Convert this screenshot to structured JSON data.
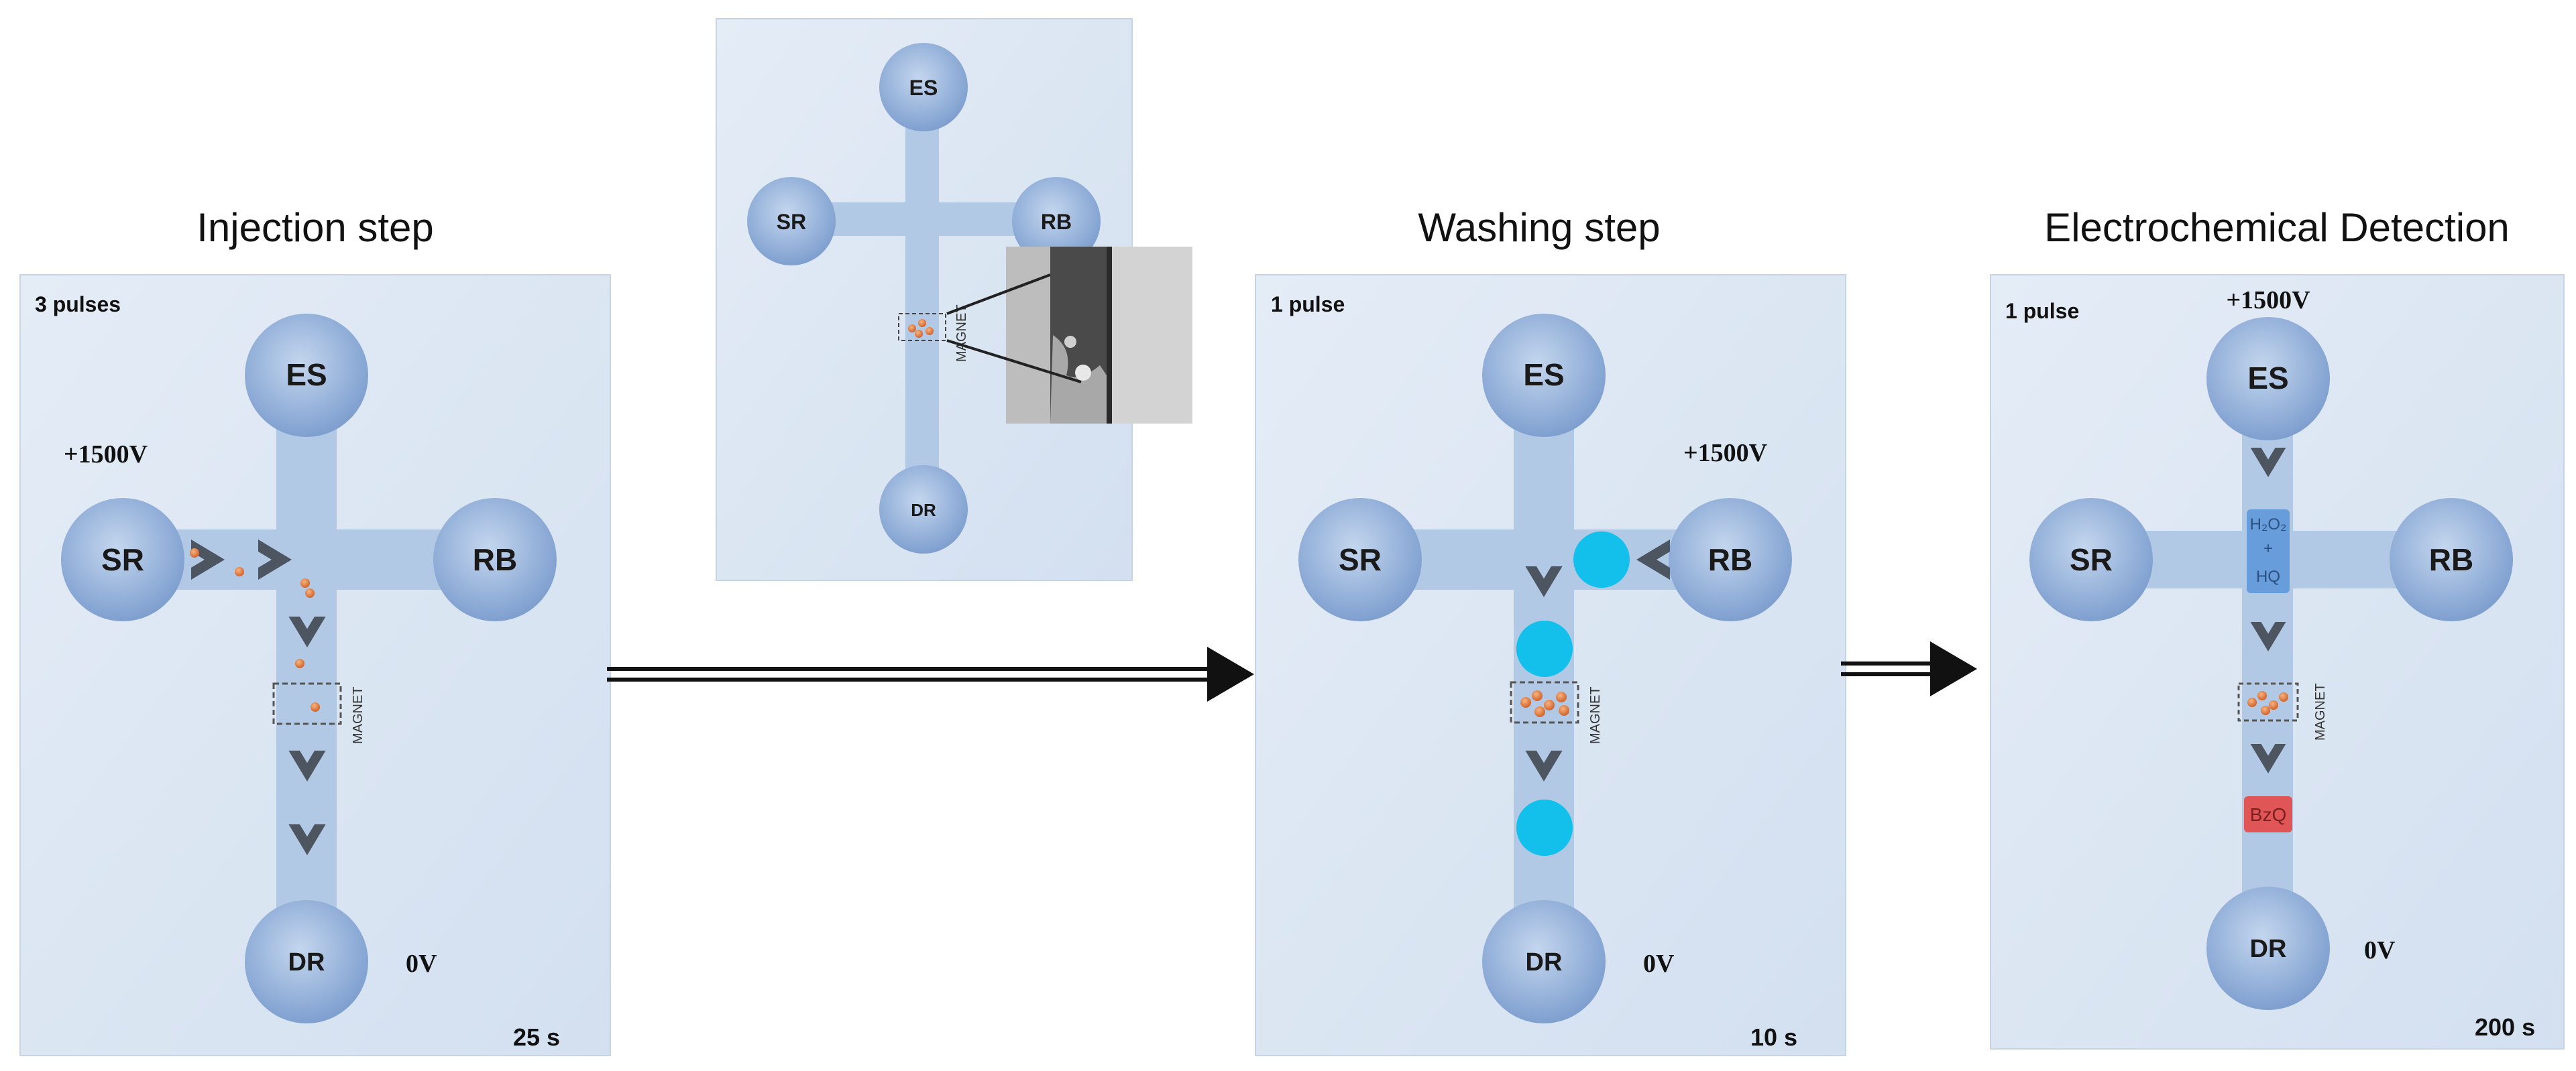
{
  "panels": {
    "injection": {
      "title": "Injection step",
      "pulses": "3 pulses",
      "voltage_top": "+1500V",
      "voltage_bottom": "0V",
      "time": "25 s",
      "reservoirs": {
        "top": "ES",
        "left": "SR",
        "right": "RB",
        "bottom": "DR"
      },
      "magnet_label": "MAGNET"
    },
    "overview": {
      "reservoirs": {
        "top": "ES",
        "left": "SR",
        "right": "RB",
        "bottom": "DR"
      },
      "magnet_label": "MAGNET"
    },
    "washing": {
      "title": "Washing step",
      "pulses": "1 pulse",
      "voltage_top": "+1500V",
      "voltage_bottom": "0V",
      "time": "10 s",
      "reservoirs": {
        "top": "ES",
        "left": "SR",
        "right": "RB",
        "bottom": "DR"
      },
      "magnet_label": "MAGNET"
    },
    "detection": {
      "title": "Electrochemical Detection",
      "pulses": "1 pulse",
      "voltage_top": "+1500V",
      "voltage_bottom": "0V",
      "time": "200 s",
      "reservoirs": {
        "top": "ES",
        "left": "SR",
        "right": "RB",
        "bottom": "DR"
      },
      "magnet_label": "MAGNET",
      "reagent_line1": "H₂O₂",
      "reagent_line2": "+",
      "reagent_line3": "HQ",
      "product": "BzQ"
    }
  },
  "colors": {
    "panel_bg": "#dbe6f3",
    "channel": "#b2c9e6",
    "reservoir": "#93b0d9",
    "chevron": "#4d5560",
    "bead": "#e07a35",
    "wash_bubble": "#12c0eb",
    "reagent_box": "#5a95d8",
    "product_box": "#e05555"
  }
}
